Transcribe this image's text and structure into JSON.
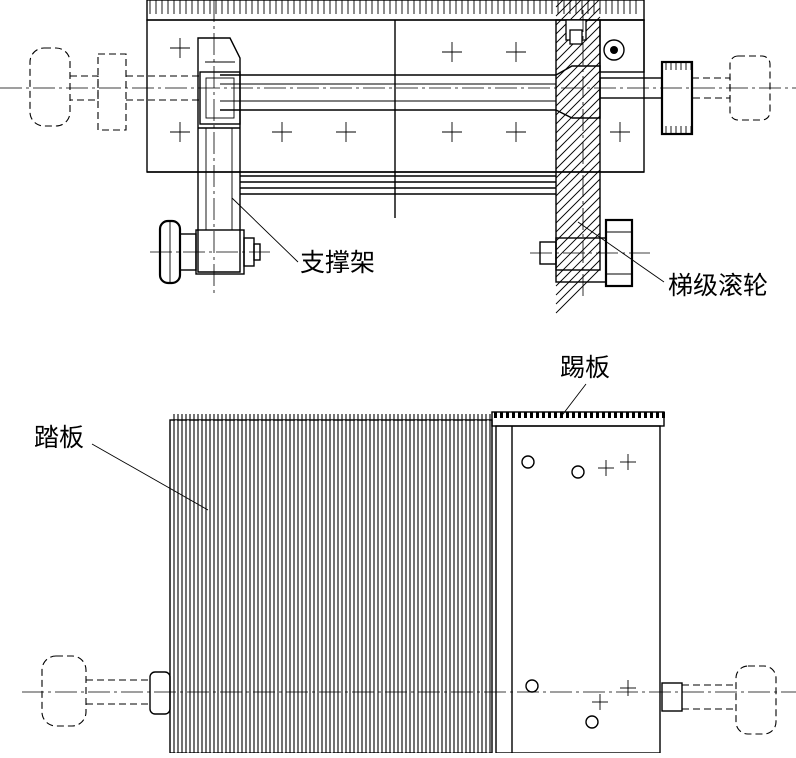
{
  "labels": {
    "support_frame": "支撑架",
    "step_roller": "梯级滚轮",
    "riser": "踢板",
    "tread": "踏板"
  }
}
